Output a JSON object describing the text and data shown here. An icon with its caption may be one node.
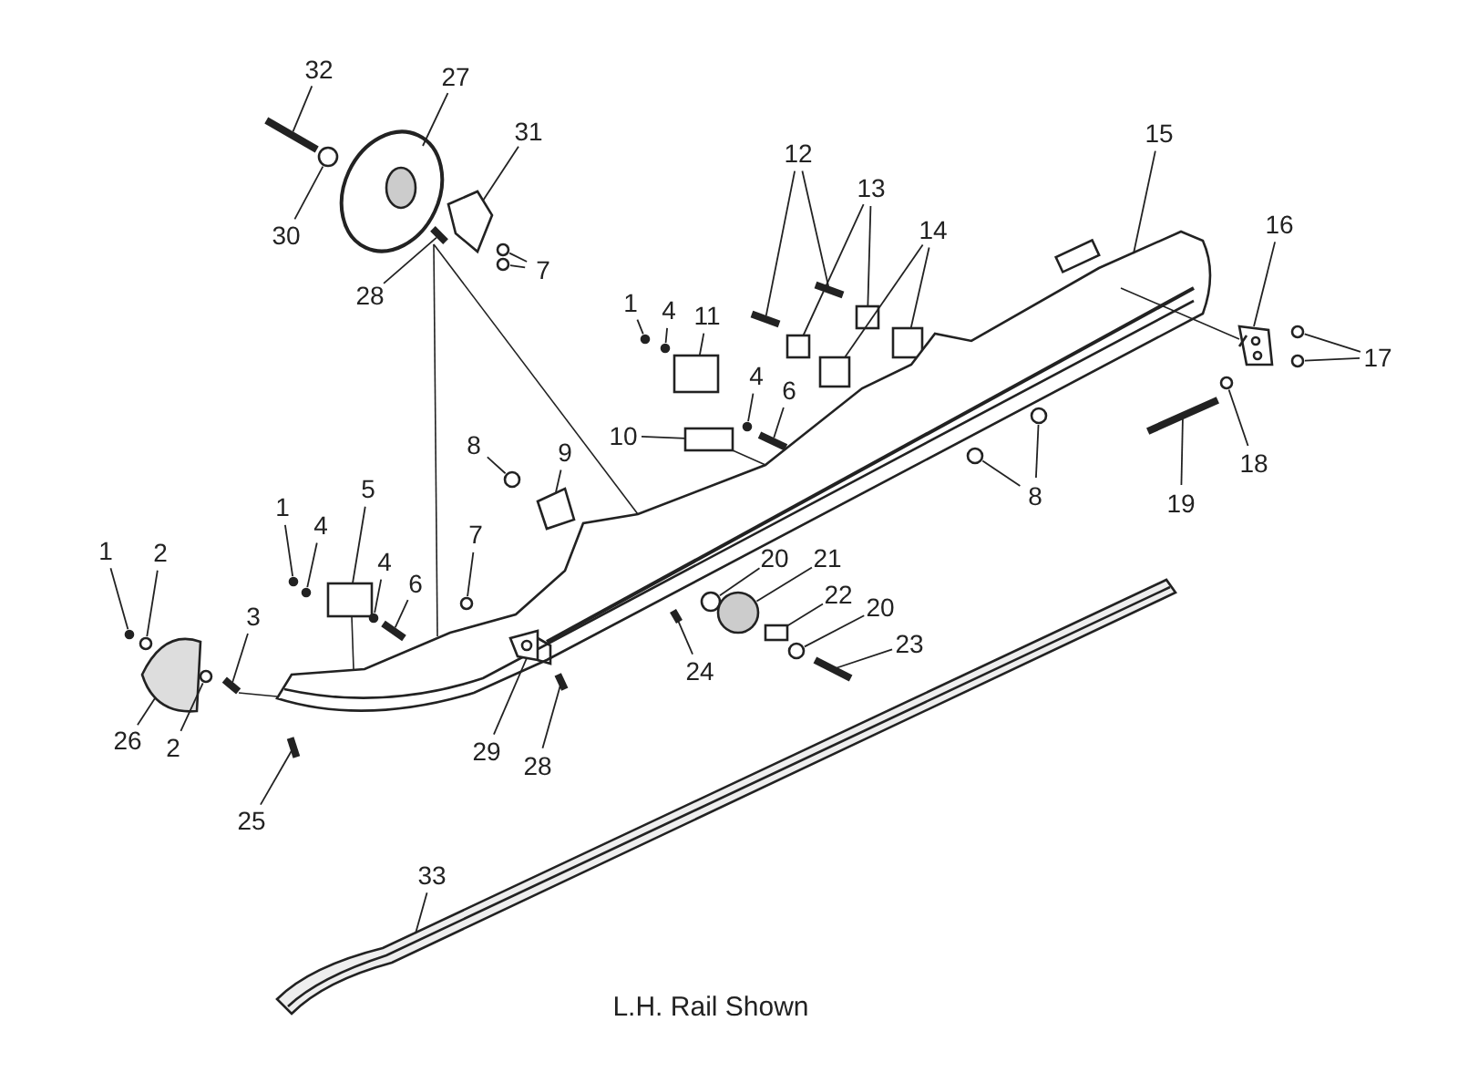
{
  "diagram": {
    "caption": "L.H. Rail Shown",
    "nodes": [
      {
        "text": [
          "32"
        ]
      },
      {
        "text": [
          "27"
        ]
      },
      {
        "text": [
          "31"
        ]
      },
      {
        "text": [
          "30"
        ]
      },
      {
        "text": [
          "28"
        ]
      },
      {
        "text": [
          "7"
        ]
      },
      {
        "text": [
          "12"
        ]
      },
      {
        "text": [
          "13"
        ]
      },
      {
        "text": [
          "14"
        ]
      },
      {
        "text": [
          "15"
        ]
      },
      {
        "text": [
          "16"
        ]
      },
      {
        "text": [
          "17"
        ]
      },
      {
        "text": [
          "18"
        ]
      },
      {
        "text": [
          "19"
        ]
      },
      {
        "text": [
          "1"
        ]
      },
      {
        "text": [
          "4"
        ]
      },
      {
        "text": [
          "11"
        ]
      },
      {
        "text": [
          "6"
        ]
      },
      {
        "text": [
          "4"
        ]
      },
      {
        "text": [
          "10"
        ]
      },
      {
        "text": [
          "8"
        ]
      },
      {
        "text": [
          "9"
        ]
      },
      {
        "text": [
          "8"
        ]
      },
      {
        "text": [
          "1"
        ]
      },
      {
        "text": [
          "4"
        ]
      },
      {
        "text": [
          "5"
        ]
      },
      {
        "text": [
          "4"
        ]
      },
      {
        "text": [
          "6"
        ]
      },
      {
        "text": [
          "7"
        ]
      },
      {
        "text": [
          "1"
        ]
      },
      {
        "text": [
          "2"
        ]
      },
      {
        "text": [
          "3"
        ]
      },
      {
        "text": [
          "26"
        ]
      },
      {
        "text": [
          "2"
        ]
      },
      {
        "text": [
          "20"
        ]
      },
      {
        "text": [
          "21"
        ]
      },
      {
        "text": [
          "22"
        ]
      },
      {
        "text": [
          "20"
        ]
      },
      {
        "text": [
          "23"
        ]
      },
      {
        "text": [
          "24"
        ]
      },
      {
        "text": [
          "29"
        ]
      },
      {
        "text": [
          "28"
        ]
      },
      {
        "text": [
          "25"
        ]
      },
      {
        "text": [
          "33"
        ]
      },
      {
        "text": [],
        "shape": "bar"
      },
      {
        "text": [],
        "shape": "picture"
      },
      {
        "text": [],
        "shape": "picture"
      },
      {
        "text": [],
        "shape": "circle"
      },
      {
        "text": [],
        "shape": "bar"
      },
      {
        "text": [],
        "shape": "circle"
      },
      {
        "text": [],
        "shape": "circle"
      },
      {
        "text": [],
        "shape": "bar"
      },
      {
        "text": [],
        "shape": "bar"
      },
      {
        "text": [],
        "shape": "box"
      },
      {
        "text": [],
        "shape": "box"
      },
      {
        "text": [],
        "shape": "box"
      },
      {
        "text": [],
        "shape": "box"
      },
      {
        "text": [],
        "shape": "picture"
      },
      {
        "text": [],
        "shape": "picture"
      },
      {
        "text": [],
        "shape": "circle"
      },
      {
        "text": [],
        "shape": "circle"
      },
      {
        "text": [],
        "shape": "circle"
      },
      {
        "text": [],
        "shape": "bar"
      },
      {
        "text": [],
        "shape": "circle"
      },
      {
        "text": [],
        "shape": "circle"
      },
      {
        "text": [],
        "shape": "box"
      },
      {
        "text": [],
        "shape": "bar"
      },
      {
        "text": [],
        "shape": "circle"
      },
      {
        "text": [],
        "shape": "box"
      },
      {
        "text": [],
        "shape": "circle"
      },
      {
        "text": [],
        "shape": "picture"
      },
      {
        "text": [],
        "shape": "circle"
      },
      {
        "text": [],
        "shape": "circle"
      },
      {
        "text": [],
        "shape": "circle"
      },
      {
        "text": [],
        "shape": "circle"
      },
      {
        "text": [],
        "shape": "box"
      },
      {
        "text": [],
        "shape": "circle"
      },
      {
        "text": [],
        "shape": "bar"
      },
      {
        "text": [],
        "shape": "circle"
      },
      {
        "text": [],
        "shape": "circle"
      },
      {
        "text": [],
        "shape": "circle"
      },
      {
        "text": [],
        "shape": "bar"
      },
      {
        "text": [],
        "shape": "picture"
      },
      {
        "text": [],
        "shape": "circle"
      },
      {
        "text": [],
        "shape": "circle"
      },
      {
        "text": [],
        "shape": "circle"
      },
      {
        "text": [],
        "shape": "box"
      },
      {
        "text": [],
        "shape": "circle"
      },
      {
        "text": [],
        "shape": "bar"
      },
      {
        "text": [],
        "shape": "bar"
      },
      {
        "text": [],
        "shape": "picture",
        "in": 57
      },
      {
        "text": [],
        "shape": "bar"
      },
      {
        "text": [],
        "shape": "bar"
      },
      {
        "text": [],
        "shape": "picture"
      }
    ],
    "edges": [
      {
        "from": 0,
        "to": 44,
        "arrow": "none"
      },
      {
        "from": 1,
        "to": 45,
        "arrow": "none"
      },
      {
        "from": 2,
        "to": 46,
        "arrow": "none"
      },
      {
        "from": 3,
        "to": 47,
        "arrow": "none"
      },
      {
        "from": 4,
        "to": 48,
        "arrow": "none"
      },
      {
        "from": 5,
        "to": 49,
        "arrow": "none"
      },
      {
        "from": 5,
        "to": 50,
        "arrow": "none"
      },
      {
        "from": 6,
        "to": 51,
        "arrow": "none"
      },
      {
        "from": 6,
        "to": 52,
        "arrow": "none"
      },
      {
        "from": 7,
        "to": 53,
        "arrow": "none"
      },
      {
        "from": 7,
        "to": 54,
        "arrow": "none"
      },
      {
        "from": 8,
        "to": 55,
        "arrow": "none"
      },
      {
        "from": 8,
        "to": 56,
        "arrow": "none"
      },
      {
        "from": 9,
        "to": 57,
        "arrow": "none"
      },
      {
        "from": 10,
        "to": 58,
        "arrow": "none"
      },
      {
        "from": 11,
        "to": 59,
        "arrow": "none"
      },
      {
        "from": 11,
        "to": 60,
        "arrow": "none"
      },
      {
        "from": 12,
        "to": 61,
        "arrow": "none"
      },
      {
        "from": 13,
        "to": 62,
        "arrow": "none"
      },
      {
        "from": 14,
        "to": 63,
        "arrow": "none"
      },
      {
        "from": 15,
        "to": 64,
        "arrow": "none"
      },
      {
        "from": 16,
        "to": 65,
        "arrow": "none"
      },
      {
        "from": 17,
        "to": 66,
        "arrow": "none"
      },
      {
        "from": 18,
        "to": 67,
        "arrow": "none"
      },
      {
        "from": 19,
        "to": 68,
        "arrow": "none"
      },
      {
        "from": 20,
        "to": 69,
        "arrow": "none"
      },
      {
        "from": 21,
        "to": 70,
        "arrow": "none"
      },
      {
        "from": 22,
        "to": 71,
        "arrow": "none"
      },
      {
        "from": 22,
        "to": 72,
        "arrow": "none"
      },
      {
        "from": 23,
        "to": 73,
        "arrow": "none"
      },
      {
        "from": 24,
        "to": 74,
        "arrow": "none"
      },
      {
        "from": 25,
        "to": 75,
        "arrow": "none"
      },
      {
        "from": 26,
        "to": 76,
        "arrow": "none"
      },
      {
        "from": 27,
        "to": 77,
        "arrow": "none"
      },
      {
        "from": 28,
        "to": 78,
        "arrow": "none"
      },
      {
        "from": 29,
        "to": 79,
        "arrow": "none"
      },
      {
        "from": 30,
        "to": 80,
        "arrow": "none"
      },
      {
        "from": 31,
        "to": 81,
        "arrow": "none"
      },
      {
        "from": 32,
        "to": 82,
        "arrow": "none"
      },
      {
        "from": 33,
        "to": 83,
        "arrow": "none"
      },
      {
        "from": 34,
        "to": 84,
        "arrow": "none"
      },
      {
        "from": 35,
        "to": 85,
        "arrow": "none"
      },
      {
        "from": 36,
        "to": 86,
        "arrow": "none"
      },
      {
        "from": 37,
        "to": 87,
        "arrow": "none"
      },
      {
        "from": 38,
        "to": 88,
        "arrow": "none"
      },
      {
        "from": 39,
        "to": 89,
        "arrow": "none"
      },
      {
        "from": 40,
        "to": 90,
        "arrow": "none"
      },
      {
        "from": 41,
        "to": 91,
        "arrow": "none"
      },
      {
        "from": 42,
        "to": 92,
        "arrow": "none"
      },
      {
        "from": 43,
        "to": 93,
        "arrow": "none"
      },
      {
        "from": 48,
        "to": 57,
        "arrow": "none"
      },
      {
        "from": 48,
        "to": 57,
        "arrow": "none"
      },
      {
        "from": 57,
        "to": 58,
        "arrow": "none"
      },
      {
        "from": 68,
        "to": 57,
        "arrow": "none"
      },
      {
        "from": 75,
        "to": 57,
        "arrow": "none"
      },
      {
        "from": 81,
        "to": 57,
        "arrow": "none"
      }
    ]
  }
}
